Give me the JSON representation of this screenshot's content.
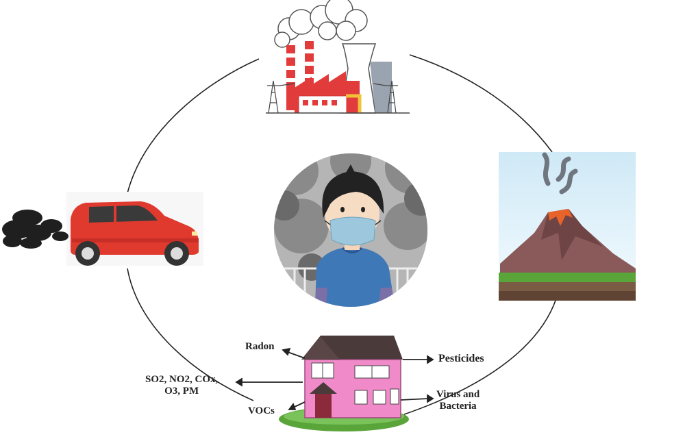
{
  "labels": {
    "radon": "Radon",
    "pesticides": "Pesticides",
    "gases_line1": "SO2, NO2, COx,",
    "gases_line2": "O3, PM",
    "vocs": "VOCs",
    "virus_line1": "Virus and",
    "virus_line2": "Bacteria"
  },
  "colors": {
    "cycle_line": "#222222",
    "car_body": "#e03a2f",
    "house_walls": "#f08ac8",
    "house_roof": "#4a3a3a",
    "mask": "#9cc7dc",
    "shirt": "#3f78b6",
    "smoke": "#333333",
    "volcano": "#8a5a5a",
    "lava": "#e8632a",
    "grass": "#5aa53a"
  },
  "icons": {
    "center": "child-with-mask-icon",
    "top": "factory-icon",
    "right": "volcano-icon",
    "left": "car-exhaust-icon",
    "bottom": "house-icon"
  }
}
